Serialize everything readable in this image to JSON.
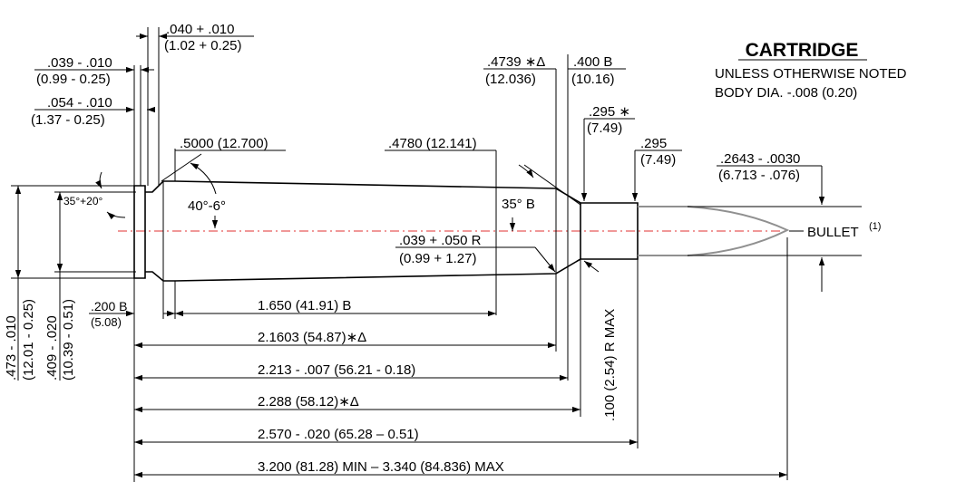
{
  "title": "CARTRIDGE",
  "notes": [
    "UNLESS OTHERWISE NOTED",
    "BODY DIA. -.008 (0.20)"
  ],
  "bullet_label": "BULLET",
  "bullet_superscript": "(1)",
  "dims": {
    "rim_thick_in": ".040 + .010",
    "rim_thick_mm": "(1.02 + 0.25)",
    "groove_width_in": ".039 - .010",
    "groove_width_mm": "(0.99 - 0.25)",
    "groove_depth_in": ".054 - .010",
    "groove_depth_mm": "(1.37 - 0.25)",
    "base_dia": ".5000 (12.700)",
    "shoulder_body_dia": ".4780 (12.141)",
    "shoulder_dia_in": ".4739 ∗Δ",
    "shoulder_dia_mm": "(12.036)",
    "neck_len_in": ".400  B",
    "neck_len_mm": "(10.16)",
    "neck_dia_in": ".295 ∗",
    "neck_dia_mm": "(7.49)",
    "neck_outer_in": ".295",
    "neck_outer_mm": "(7.49)",
    "bullet_dia_in": ".2643 - .0030",
    "bullet_dia_mm": "(6.713 - .076)",
    "rim_angle": "35°+20°",
    "base_angle": "40°-6°",
    "shoulder_angle": "35° B",
    "shoulder_radius_in": ".039 + .050 R",
    "shoulder_radius_mm": "(0.99 + 1.27)",
    "rim_dia": ".473 - .010",
    "rim_dia_mm": "(12.01 - 0.25)",
    "groove_dia": ".409 - .020",
    "groove_dia_mm": "(10.39 - 0.51)",
    "base_len_in": ".200 B",
    "base_len_mm": "(5.08)",
    "neck_radius": ".100 (2.54) R MAX",
    "len_body": "1.650   (41.91) B",
    "len_shoulder": "2.1603  (54.87)∗Δ",
    "len_neck_start": "2.213 - .007 (56.21 - 0.18)",
    "len_neck_dia": "2.288   (58.12)∗Δ",
    "len_case": "2.570 - .020 (65.28 – 0.51)",
    "len_overall": "3.200 (81.28) MIN – 3.340 (84.836) MAX"
  }
}
